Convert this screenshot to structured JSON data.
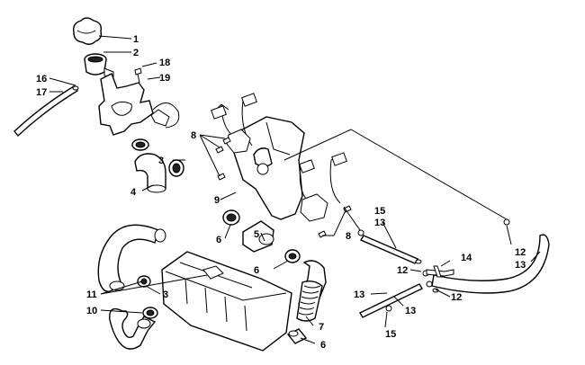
{
  "diagram": {
    "callouts": [
      {
        "id": "c1",
        "text": "1"
      },
      {
        "id": "c2",
        "text": "2"
      },
      {
        "id": "c3a",
        "text": "3"
      },
      {
        "id": "c3b",
        "text": "3"
      },
      {
        "id": "c4",
        "text": "4"
      },
      {
        "id": "c5",
        "text": "5"
      },
      {
        "id": "c6a",
        "text": "6"
      },
      {
        "id": "c6b",
        "text": "6"
      },
      {
        "id": "c6c",
        "text": "6"
      },
      {
        "id": "c7",
        "text": "7"
      },
      {
        "id": "c8a",
        "text": "8"
      },
      {
        "id": "c8b",
        "text": "8"
      },
      {
        "id": "c9",
        "text": "9"
      },
      {
        "id": "c10",
        "text": "10"
      },
      {
        "id": "c11",
        "text": "11"
      },
      {
        "id": "c12a",
        "text": "12"
      },
      {
        "id": "c12b",
        "text": "12"
      },
      {
        "id": "c12c",
        "text": "12"
      },
      {
        "id": "c13a",
        "text": "13"
      },
      {
        "id": "c13b",
        "text": "13"
      },
      {
        "id": "c13c",
        "text": "13"
      },
      {
        "id": "c13d",
        "text": "13"
      },
      {
        "id": "c14",
        "text": "14"
      },
      {
        "id": "c15a",
        "text": "15"
      },
      {
        "id": "c15b",
        "text": "15"
      },
      {
        "id": "c16",
        "text": "16"
      },
      {
        "id": "c17",
        "text": "17"
      },
      {
        "id": "c18",
        "text": "18"
      },
      {
        "id": "c19",
        "text": "19"
      }
    ]
  }
}
